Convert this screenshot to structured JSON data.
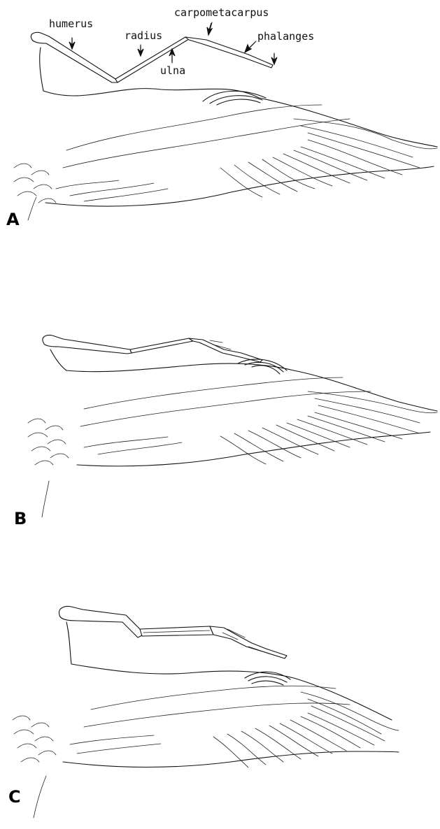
{
  "labels": {
    "humerus": "humerus",
    "radius": "radius",
    "carpometacarpus": "carpometacarpus",
    "phalanges": "phalanges",
    "ulna": "ulna"
  },
  "panels": {
    "a": "A",
    "b": "B",
    "c": "C"
  },
  "colors": {
    "ink": "#111111",
    "background": "#ffffff"
  }
}
